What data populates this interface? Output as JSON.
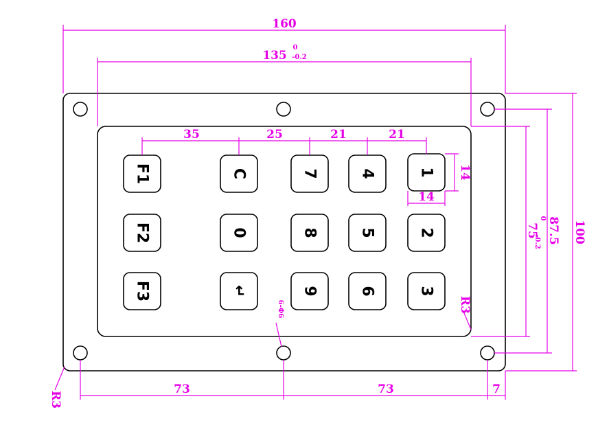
{
  "keypad": {
    "function_keys": [
      "F1",
      "F2",
      "F3"
    ],
    "column_c0": [
      "C",
      "0",
      "↵"
    ],
    "column_789": [
      "7",
      "8",
      "9"
    ],
    "column_456": [
      "4",
      "5",
      "6"
    ],
    "column_123": [
      "1",
      "2",
      "3"
    ]
  },
  "dimensions": {
    "overall_width": "160",
    "opening_width": "135",
    "opening_width_tol_upper": "0",
    "opening_width_tol_lower": "-0.2",
    "key_spacing_1": "35",
    "key_spacing_2": "25",
    "key_spacing_3": "21",
    "key_spacing_4": "21",
    "key_height": "14",
    "key_width": "14",
    "overall_height": "100",
    "hole_spacing_v": "87.5",
    "opening_height": "75",
    "opening_height_tol_upper": "0",
    "opening_height_tol_lower": "-0.2",
    "hole_spacing_h1": "73",
    "hole_spacing_h2": "73",
    "hole_edge": "7",
    "inner_radius": "R3",
    "outer_radius": "R3",
    "holes": "6-Φ6"
  },
  "colors": {
    "dimension": "#e600e6",
    "outline": "#000000"
  }
}
